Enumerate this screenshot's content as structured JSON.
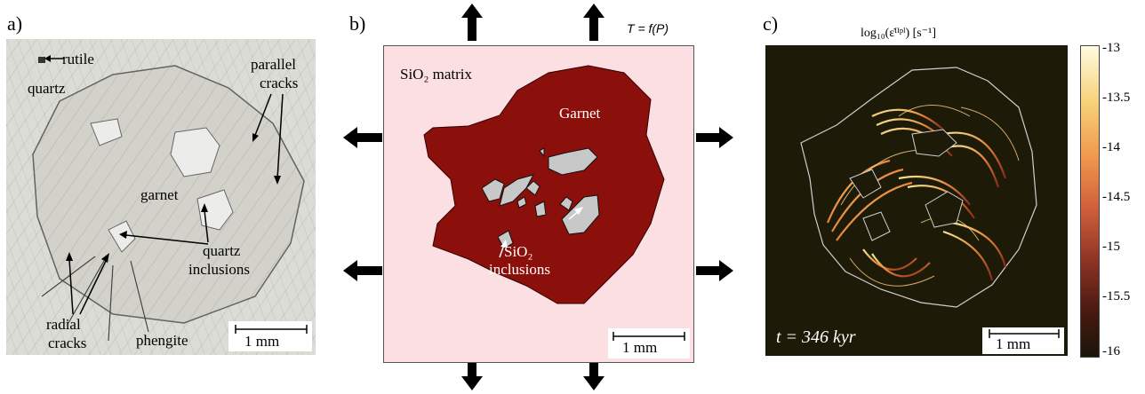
{
  "panel_a": {
    "label": "a)",
    "annotations": {
      "rutile": "rutile",
      "quartz": "quartz",
      "parallel_cracks": [
        "parallel",
        "cracks"
      ],
      "garnet": "garnet",
      "quartz_inclusions": [
        "quartz",
        "inclusions"
      ],
      "radial_cracks": [
        "radial",
        "cracks"
      ],
      "phengite": "phengite"
    },
    "scale_bar": "1 mm"
  },
  "panel_b": {
    "label": "b)",
    "boundary_condition": "T = f(P)",
    "matrix_label": "SiO₂ matrix",
    "garnet_label": "Garnet",
    "inclusions_label": [
      "SiO₂",
      "inclusions"
    ],
    "scale_bar": "1 mm",
    "colors": {
      "matrix": "#fcdfe3",
      "garnet": "#8b0f0b",
      "inclusion": "#c8c8c8"
    }
  },
  "panel_c": {
    "label": "c)",
    "colorbar_title": "log₁₀(ε̇ᴵᴵᵖˡ) [s⁻¹]",
    "colorbar_ticks": [
      "-13",
      "-13.5",
      "-14",
      "-14.5",
      "-15",
      "-15.5",
      "-16"
    ],
    "time_label": "t = 346 kyr",
    "scale_bar": "1 mm",
    "colors": {
      "background": "#1e1a08",
      "high": "#fff8b0",
      "low": "#2a1a0a"
    }
  }
}
